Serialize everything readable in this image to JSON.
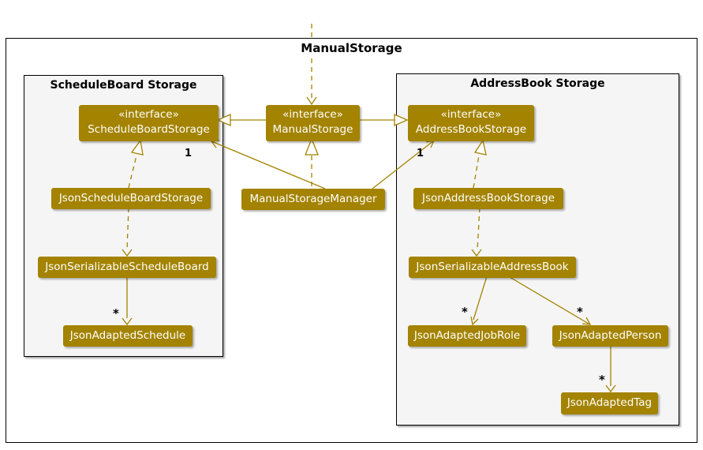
{
  "frame": {
    "title": "ManualStorage"
  },
  "packages": {
    "schedule_board": {
      "title": "ScheduleBoard Storage"
    },
    "address_book": {
      "title": "AddressBook Storage"
    }
  },
  "classes": {
    "schedule_board_storage": {
      "stereotype": "«interface»",
      "name": "ScheduleBoardStorage"
    },
    "manual_storage": {
      "stereotype": "«interface»",
      "name": "ManualStorage"
    },
    "address_book_storage": {
      "stereotype": "«interface»",
      "name": "AddressBookStorage"
    },
    "manual_storage_manager": {
      "name": "ManualStorageManager"
    },
    "json_schedule_board_storage": {
      "name": "JsonScheduleBoardStorage"
    },
    "json_serializable_schedule_board": {
      "name": "JsonSerializableScheduleBoard"
    },
    "json_adapted_schedule": {
      "name": "JsonAdaptedSchedule"
    },
    "json_address_book_storage": {
      "name": "JsonAddressBookStorage"
    },
    "json_serializable_address_book": {
      "name": "JsonSerializableAddressBook"
    },
    "json_adapted_job_role": {
      "name": "JsonAdaptedJobRole"
    },
    "json_adapted_person": {
      "name": "JsonAdaptedPerson"
    },
    "json_adapted_tag": {
      "name": "JsonAdaptedTag"
    }
  },
  "labels": {
    "mult_manager_to_schedule": "1",
    "mult_manager_to_addressbook": "1",
    "mult_serializable_to_schedule": "*",
    "mult_serializable_to_job_role": "*",
    "mult_serializable_to_person": "*",
    "mult_person_to_tag": "*"
  },
  "colors": {
    "storage_accent": "#A38300",
    "class_text": "#FFFFFF",
    "package_background": "#F5F5F5",
    "package_border": "#000000",
    "frame_border": "#000000",
    "title_text": "#000000"
  }
}
